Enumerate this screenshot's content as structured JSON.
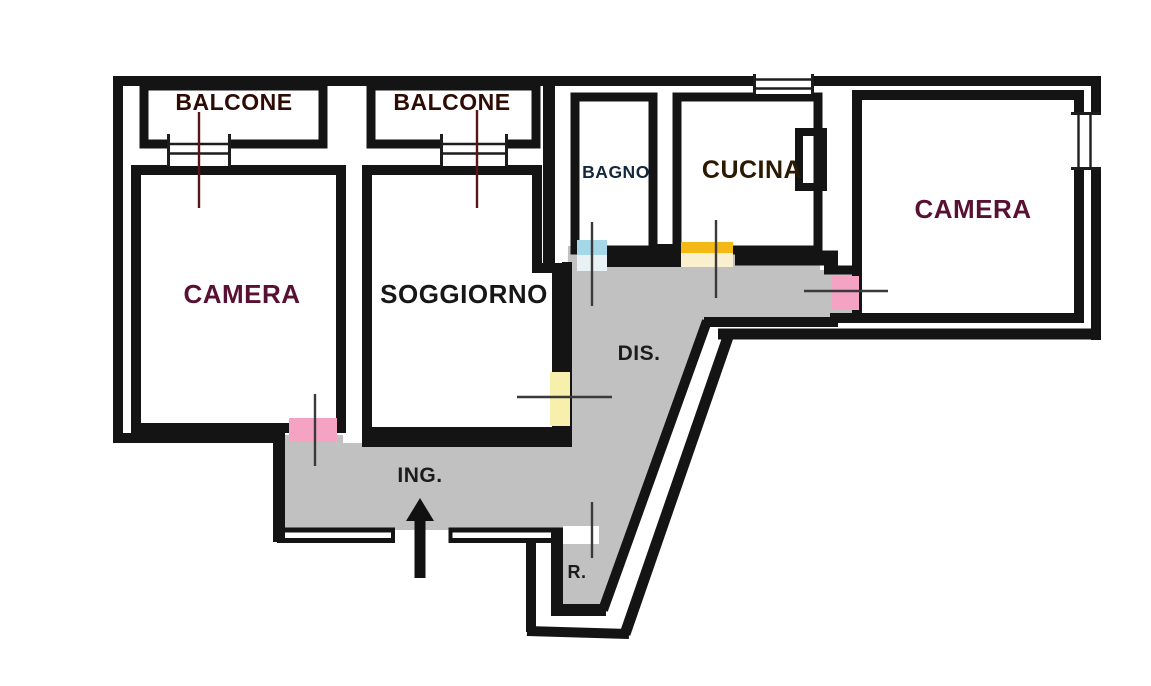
{
  "plan": {
    "type": "apartment-floor-plan",
    "rooms": {
      "balcone_left": {
        "label": "BALCONE",
        "color": "#AC7B53",
        "label_color": "#2E0C05"
      },
      "balcone_right": {
        "label": "BALCONE",
        "color": "#AC7B53",
        "label_color": "#2E0C05"
      },
      "camera_left": {
        "label": "CAMERA",
        "color": "#F5A3C2",
        "label_color": "#581132"
      },
      "soggiorno": {
        "label": "SOGGIORNO",
        "color": "#F9ED1F",
        "label_color": "#171717"
      },
      "bagno": {
        "label": "BAGNO",
        "color": "#A6D7E8",
        "label_color": "#14273E"
      },
      "cucina": {
        "label": "CUCINA",
        "color": "#F4B914",
        "label_color": "#2B1A00"
      },
      "camera_right": {
        "label": "CAMERA",
        "color": "#F5A3C2",
        "label_color": "#581132"
      },
      "dis": {
        "label": "DIS.",
        "color": "#C1C1C1",
        "label_color": "#1C1C1C"
      },
      "ing": {
        "label": "ING.",
        "color": "#C1C1C1",
        "label_color": "#1C1C1C"
      },
      "ripostiglio": {
        "label": "R.",
        "color": "#C1C1C1",
        "label_color": "#1C1C1C"
      }
    },
    "corridor_color": "#C1C1C1",
    "wall_color": "#141414",
    "background": "#FFFFFF"
  }
}
